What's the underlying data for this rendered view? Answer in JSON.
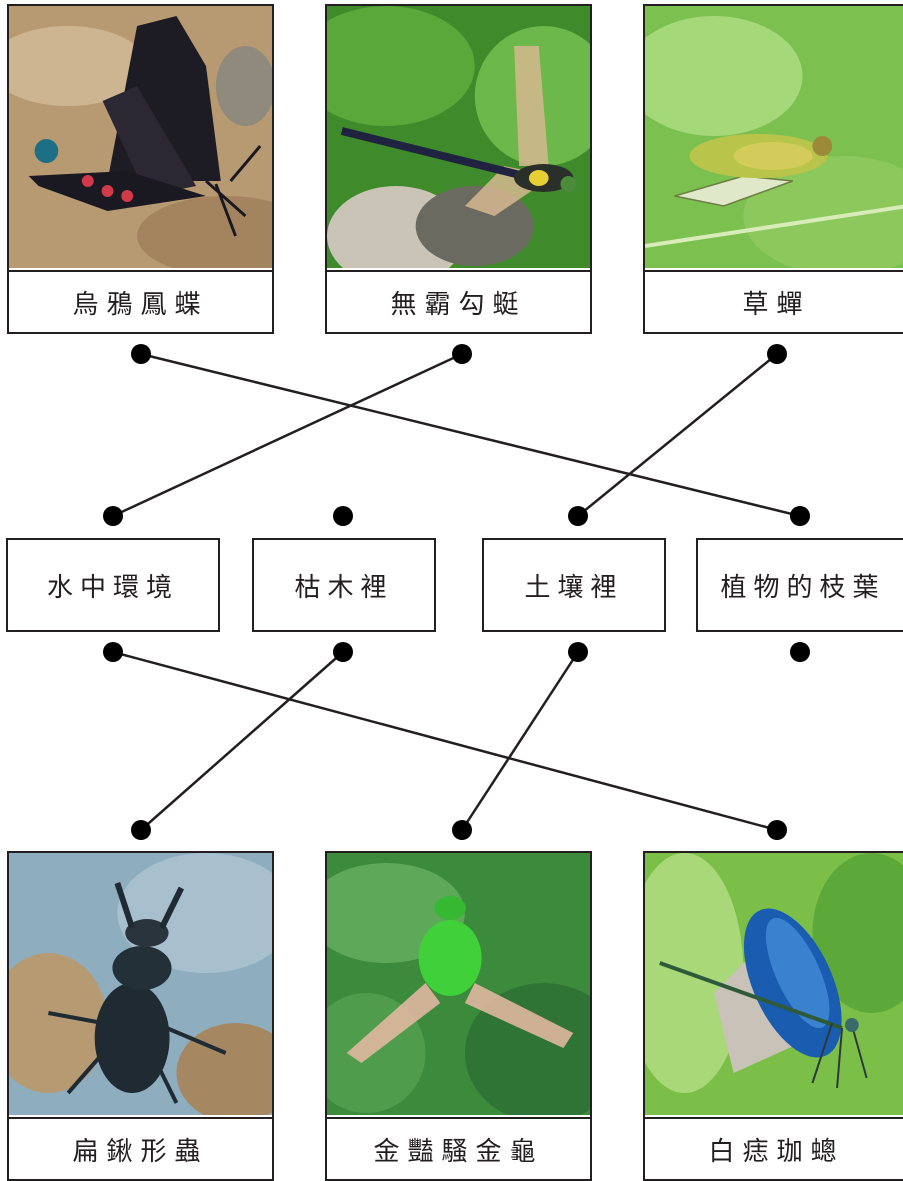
{
  "insects_top": [
    {
      "name": "烏鴉鳳蝶",
      "icon": "butterfly-icon"
    },
    {
      "name": "無霸勾蜓",
      "icon": "dragonfly-icon"
    },
    {
      "name": "草蟬",
      "icon": "cicada-icon"
    }
  ],
  "habitats": [
    "水中環境",
    "枯木裡",
    "土壤裡",
    "植物的枝葉"
  ],
  "insects_bottom": [
    {
      "name": "扁鍬形蟲",
      "icon": "stag-beetle-icon"
    },
    {
      "name": "金豔騷金龜",
      "icon": "scarab-beetle-icon"
    },
    {
      "name": "白痣珈蟌",
      "icon": "damselfly-icon"
    }
  ],
  "connections": [
    {
      "insect": "烏鴉鳳蝶",
      "habitat": "植物的枝葉"
    },
    {
      "insect": "無霸勾蜓",
      "habitat": "水中環境"
    },
    {
      "insect": "草蟬",
      "habitat": "土壤裡"
    },
    {
      "insect": "扁鍬形蟲",
      "habitat": "枯木裡"
    },
    {
      "insect": "金豔騷金龜",
      "habitat": "土壤裡"
    },
    {
      "insect": "白痣珈蟌",
      "habitat": "水中環境"
    }
  ]
}
